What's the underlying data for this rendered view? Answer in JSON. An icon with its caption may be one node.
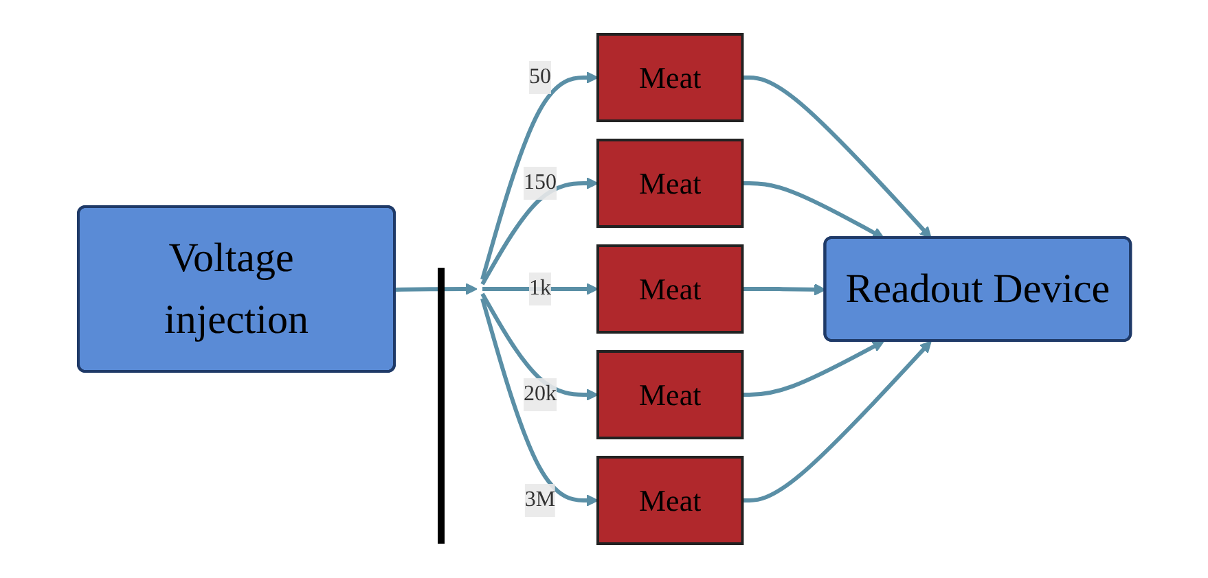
{
  "diagram": {
    "nodes": [
      {
        "text": [
          "Voltage injection"
        ]
      },
      {
        "text": [],
        "shape": "bar"
      },
      {
        "text": [
          "Meat"
        ]
      },
      {
        "text": [
          "Meat"
        ]
      },
      {
        "text": [
          "Meat"
        ]
      },
      {
        "text": [
          "Meat"
        ]
      },
      {
        "text": [
          "Meat"
        ]
      },
      {
        "text": [
          "Readout Device"
        ]
      }
    ],
    "edges": [
      {
        "from": 0,
        "to": 1,
        "arrow": "to"
      },
      {
        "from": 1,
        "to": 2,
        "arrow": "to",
        "label": "50"
      },
      {
        "from": 1,
        "to": 3,
        "arrow": "to",
        "label": "150"
      },
      {
        "from": 1,
        "to": 4,
        "arrow": "to",
        "label": "1k"
      },
      {
        "from": 1,
        "to": 5,
        "arrow": "to",
        "label": "20k"
      },
      {
        "from": 1,
        "to": 6,
        "arrow": "to",
        "label": "3M"
      },
      {
        "from": 2,
        "to": 7,
        "arrow": "to"
      },
      {
        "from": 3,
        "to": 7,
        "arrow": "to"
      },
      {
        "from": 4,
        "to": 7,
        "arrow": "to"
      },
      {
        "from": 5,
        "to": 7,
        "arrow": "to"
      },
      {
        "from": 6,
        "to": 7,
        "arrow": "to"
      }
    ]
  }
}
